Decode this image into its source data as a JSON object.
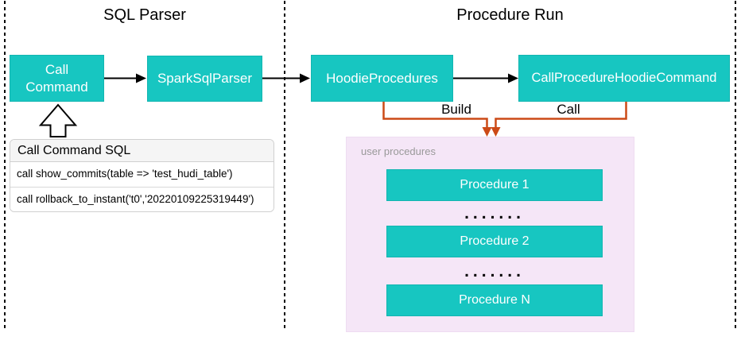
{
  "diagram": {
    "sections": [
      {
        "title": "SQL Parser"
      },
      {
        "title": "Procedure Run"
      }
    ],
    "nodes": {
      "call_command": {
        "label": "Call Command"
      },
      "spark_sql_parser": {
        "label": "SparkSqlParser"
      },
      "hoodie_procedures": {
        "label": "HoodieProcedures"
      },
      "call_procedure_hoodie_command": {
        "label": "CallProcedureHoodieCommand"
      }
    },
    "edge_labels": {
      "build": "Build",
      "call": "Call"
    },
    "sql_table": {
      "header": "Call Command SQL",
      "rows": [
        "call show_commits(table => 'test_hudi_table')",
        "call rollback_to_instant('t0','20220109225319449')"
      ]
    },
    "user_procedures": {
      "label": "user procedures",
      "items": [
        "Procedure 1",
        "Procedure 2",
        "Procedure N"
      ],
      "ellipsis": "......."
    },
    "colors": {
      "node_fill": "#17c6c1",
      "connector_black": "#000000",
      "connector_orange": "#cc4a17",
      "panel_pink": "#f5e6f7",
      "table_header_bg": "#f5f5f5",
      "muted_label": "#999999"
    }
  }
}
